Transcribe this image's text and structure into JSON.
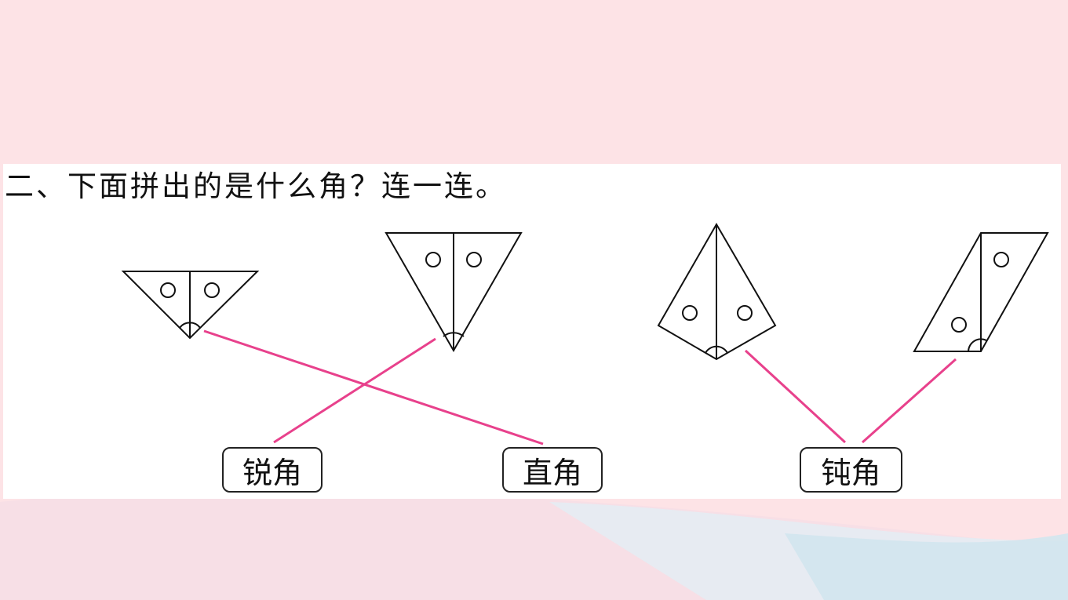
{
  "question": {
    "text": "二、下面拼出的是什么角？连一连。"
  },
  "labels": {
    "acute": "锐角",
    "right": "直角",
    "obtuse": "钝角"
  },
  "colors": {
    "background": "#fde3e6",
    "panel": "#ffffff",
    "connector": "#e8418c",
    "outline": "#111111"
  }
}
